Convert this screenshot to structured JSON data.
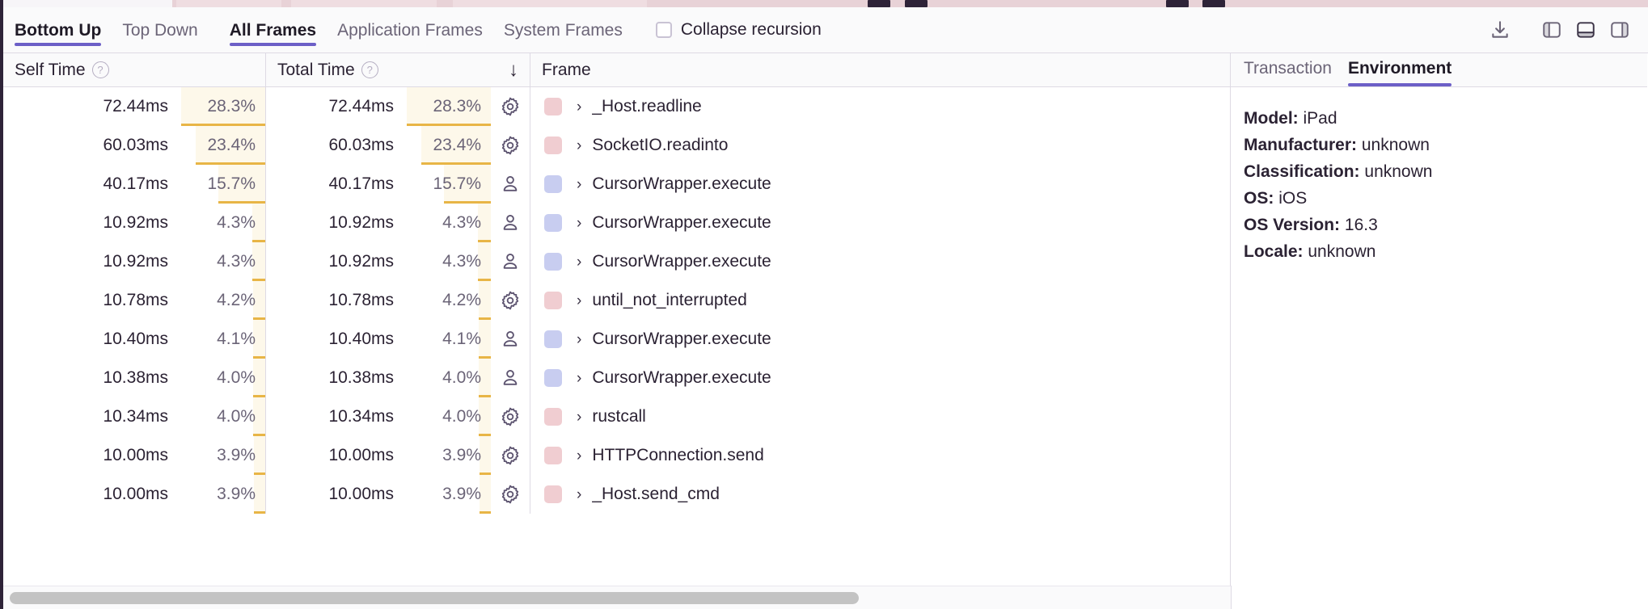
{
  "toolbar": {
    "tabs": [
      {
        "label": "Bottom Up",
        "active": true
      },
      {
        "label": "Top Down",
        "active": false
      }
    ],
    "frame_tabs": [
      {
        "label": "All Frames",
        "active": true
      },
      {
        "label": "Application Frames",
        "active": false
      },
      {
        "label": "System Frames",
        "active": false
      }
    ],
    "collapse_recursion_label": "Collapse recursion",
    "collapse_recursion_checked": false,
    "actions": [
      {
        "name": "download-icon",
        "title": "Export"
      },
      {
        "name": "panel-left-icon",
        "title": "Left panel"
      },
      {
        "name": "panel-bottom-icon",
        "title": "Bottom panel"
      },
      {
        "name": "panel-right-icon",
        "title": "Right panel"
      }
    ]
  },
  "table": {
    "columns": {
      "self_time": "Self Time",
      "total_time": "Total Time",
      "frame": "Frame",
      "sort_indicator": "↓",
      "help_glyph": "?"
    },
    "rows": [
      {
        "self_ms": "72.44ms",
        "self_pct": "28.3%",
        "self_pct_value": 28.3,
        "total_ms": "72.44ms",
        "total_pct": "28.3%",
        "total_pct_value": 28.3,
        "kind": "system",
        "icon": "gear-icon",
        "swatch": "#f0cdd1",
        "chevron": "›",
        "frame": "_Host.readline"
      },
      {
        "self_ms": "60.03ms",
        "self_pct": "23.4%",
        "self_pct_value": 23.4,
        "total_ms": "60.03ms",
        "total_pct": "23.4%",
        "total_pct_value": 23.4,
        "kind": "system",
        "icon": "gear-icon",
        "swatch": "#f0cdd1",
        "chevron": "›",
        "frame": "SocketIO.readinto"
      },
      {
        "self_ms": "40.17ms",
        "self_pct": "15.7%",
        "self_pct_value": 15.7,
        "total_ms": "40.17ms",
        "total_pct": "15.7%",
        "total_pct_value": 15.7,
        "kind": "application",
        "icon": "person-icon",
        "swatch": "#c8cdf0",
        "chevron": "›",
        "frame": "CursorWrapper.execute"
      },
      {
        "self_ms": "10.92ms",
        "self_pct": "4.3%",
        "self_pct_value": 4.3,
        "total_ms": "10.92ms",
        "total_pct": "4.3%",
        "total_pct_value": 4.3,
        "kind": "application",
        "icon": "person-icon",
        "swatch": "#c8cdf0",
        "chevron": "›",
        "frame": "CursorWrapper.execute"
      },
      {
        "self_ms": "10.92ms",
        "self_pct": "4.3%",
        "self_pct_value": 4.3,
        "total_ms": "10.92ms",
        "total_pct": "4.3%",
        "total_pct_value": 4.3,
        "kind": "application",
        "icon": "person-icon",
        "swatch": "#c8cdf0",
        "chevron": "›",
        "frame": "CursorWrapper.execute"
      },
      {
        "self_ms": "10.78ms",
        "self_pct": "4.2%",
        "self_pct_value": 4.2,
        "total_ms": "10.78ms",
        "total_pct": "4.2%",
        "total_pct_value": 4.2,
        "kind": "system",
        "icon": "gear-icon",
        "swatch": "#f0cdd1",
        "chevron": "›",
        "frame": "until_not_interrupted"
      },
      {
        "self_ms": "10.40ms",
        "self_pct": "4.1%",
        "self_pct_value": 4.1,
        "total_ms": "10.40ms",
        "total_pct": "4.1%",
        "total_pct_value": 4.1,
        "kind": "application",
        "icon": "person-icon",
        "swatch": "#c8cdf0",
        "chevron": "›",
        "frame": "CursorWrapper.execute"
      },
      {
        "self_ms": "10.38ms",
        "self_pct": "4.0%",
        "self_pct_value": 4.0,
        "total_ms": "10.38ms",
        "total_pct": "4.0%",
        "total_pct_value": 4.0,
        "kind": "application",
        "icon": "person-icon",
        "swatch": "#c8cdf0",
        "chevron": "›",
        "frame": "CursorWrapper.execute"
      },
      {
        "self_ms": "10.34ms",
        "self_pct": "4.0%",
        "self_pct_value": 4.0,
        "total_ms": "10.34ms",
        "total_pct": "4.0%",
        "total_pct_value": 4.0,
        "kind": "system",
        "icon": "gear-icon",
        "swatch": "#f0cdd1",
        "chevron": "›",
        "frame": "rustcall"
      },
      {
        "self_ms": "10.00ms",
        "self_pct": "3.9%",
        "self_pct_value": 3.9,
        "total_ms": "10.00ms",
        "total_pct": "3.9%",
        "total_pct_value": 3.9,
        "kind": "system",
        "icon": "gear-icon",
        "swatch": "#f0cdd1",
        "chevron": "›",
        "frame": "HTTPConnection.send"
      },
      {
        "self_ms": "10.00ms",
        "self_pct": "3.9%",
        "self_pct_value": 3.9,
        "total_ms": "10.00ms",
        "total_pct": "3.9%",
        "total_pct_value": 3.9,
        "kind": "system",
        "icon": "gear-icon",
        "swatch": "#f0cdd1",
        "chevron": "›",
        "frame": "_Host.send_cmd"
      }
    ]
  },
  "details": {
    "tabs": [
      {
        "label": "Transaction",
        "active": false
      },
      {
        "label": "Environment",
        "active": true
      }
    ],
    "environment": [
      {
        "key": "Model:",
        "value": "iPad"
      },
      {
        "key": "Manufacturer:",
        "value": "unknown"
      },
      {
        "key": "Classification:",
        "value": "unknown"
      },
      {
        "key": "OS:",
        "value": "iOS"
      },
      {
        "key": "OS Version:",
        "value": "16.3"
      },
      {
        "key": "Locale:",
        "value": "unknown"
      }
    ]
  },
  "colors": {
    "accent": "#6c5fc7",
    "bar_fill": "#fdf8ea",
    "bar_line": "#e8b546",
    "system_swatch": "#f0cdd1",
    "application_swatch": "#c8cdf0",
    "header_bg": "#fafafb",
    "border": "#dedae4"
  },
  "scrollbar": {
    "orientation": "horizontal",
    "thumb_fraction": 0.69
  }
}
